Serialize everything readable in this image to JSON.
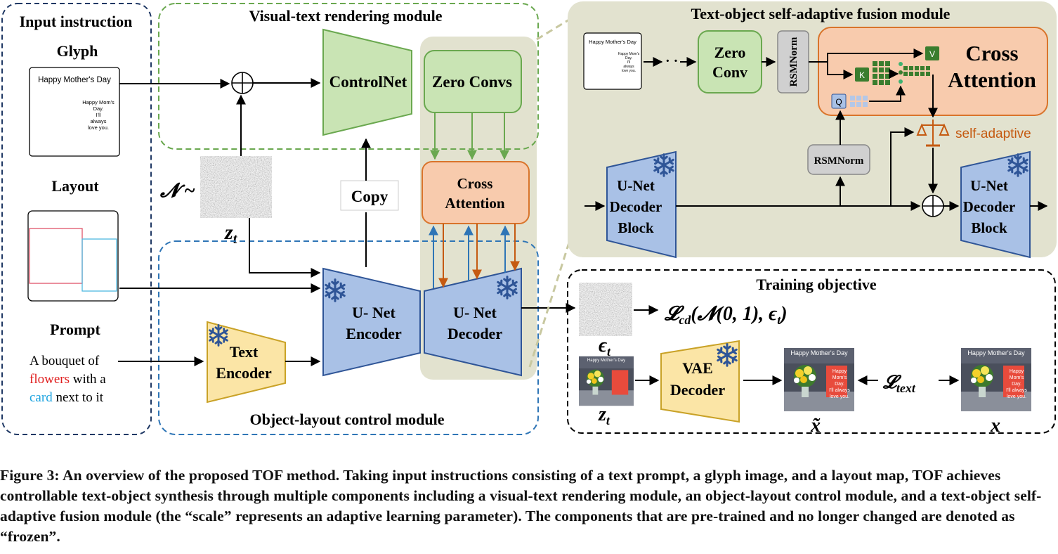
{
  "input_panel": {
    "title": "Input instruction",
    "glyph_label": "Glyph",
    "layout_label": "Layout",
    "prompt_label": "Prompt",
    "glyph_card_title": "Happy Mother's Day",
    "glyph_card_lines": [
      "Happy Mom's",
      "Day.",
      "I'll",
      "always",
      "love you."
    ],
    "prompt_line1": "A bouquet of",
    "prompt_word_flowers": "flowers",
    "prompt_line2_rest": " with a",
    "prompt_word_card": "card",
    "prompt_line3_rest": " next to it",
    "colors": {
      "flowers": "#e01e1e",
      "card": "#1ea4e0"
    }
  },
  "visual_text_module": {
    "title": "Visual-text rendering module",
    "controlnet": "ControlNet",
    "zero_convs": "Zero Convs",
    "cross_attention_line1": "Cross",
    "cross_attention_line2": "Attention",
    "copy": "Copy",
    "noise_prefix": "𝓝 ~",
    "zt": "z",
    "zt_sub": "t"
  },
  "object_layout_module": {
    "title": "Object-layout control module",
    "text_encoder_line1": "Text",
    "text_encoder_line2": "Encoder",
    "unet_encoder_line1": "U- Net",
    "unet_encoder_line2": "Encoder",
    "unet_decoder_line1": "U- Net",
    "unet_decoder_line2": "Decoder"
  },
  "fusion_module": {
    "title": "Text-object self-adaptive fusion module",
    "zero_conv_line1": "Zero",
    "zero_conv_line2": "Conv",
    "rsmnorm": "RSMNorm",
    "rsmnorm2": "RSMNorm",
    "cross_attention_line1": "Cross",
    "cross_attention_line2": "Attention",
    "v": "V",
    "k": "K",
    "q": "Q",
    "self_adaptive": "self-adaptive",
    "dots": "· ·",
    "decoder_block_line1": "U-Net",
    "decoder_block_line2": "Decoder",
    "decoder_block_line3": "Block",
    "glyph_title": "Happy Mother's Day",
    "glyph_lines": [
      "Happy Mom's",
      "Day.",
      "I'll",
      "always",
      "love you."
    ]
  },
  "training_objective": {
    "title": "Training objective",
    "loss_cd_main": "𝓛",
    "loss_cd_sub": "cd",
    "loss_cd_args": "(𝓝(0, 1), ϵ",
    "loss_cd_args_sub": "t",
    "loss_cd_close": ")",
    "epsilon": "ϵ",
    "epsilon_sub": "t",
    "zt": "z",
    "zt_sub": "t",
    "vae_line1": "VAE",
    "vae_line2": "Decoder",
    "loss_text_main": "𝓛",
    "loss_text_sub": "text",
    "x_tilde": "x̃",
    "x": "x",
    "photo_title": "Happy Mother's Day",
    "photo_card_lines": [
      "Happy",
      "Mom's",
      "Day.",
      "I'll always",
      "love you."
    ]
  },
  "caption": "Figure 3: An overview of the proposed TOF method. Taking input instructions consisting of a text prompt, a glyph image, and a layout map, TOF achieves controllable text-object synthesis through multiple components including a visual-text rendering module, an object-layout control module, and a text-object self-adaptive fusion module (the “scale” represents an adaptive learning parameter). The components that are pre-trained and no longer changed are denoted as “frozen”.",
  "colors": {
    "green_fill": "#c9e4b4",
    "green_stroke": "#6aa84f",
    "blue_fill": "#a9c1e6",
    "blue_stroke": "#2f5597",
    "orange_fill": "#f8cbad",
    "orange_stroke": "#d9742b",
    "yellow_fill": "#fbe5a6",
    "yellow_stroke": "#c9a227",
    "module_bg": "#e2e2cf",
    "grey_fill": "#d0d0d0"
  }
}
